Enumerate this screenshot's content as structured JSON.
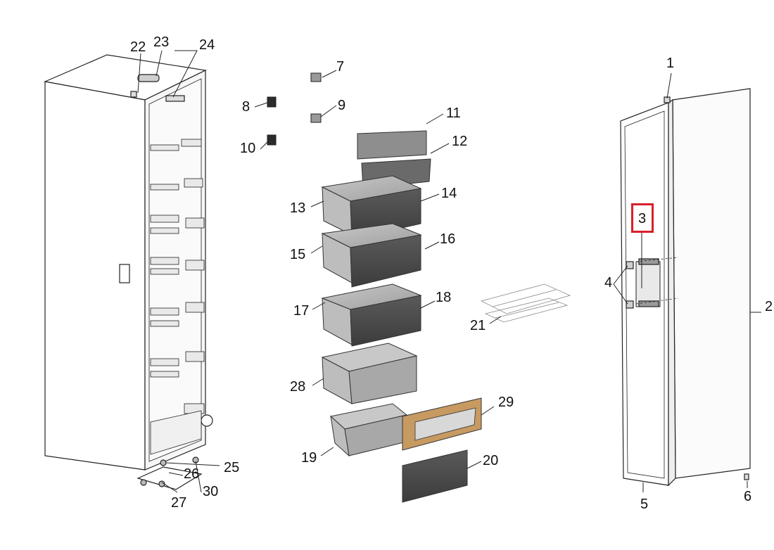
{
  "diagram": {
    "callouts": {
      "c1": "1",
      "c2": "2",
      "c3": "3",
      "c4": "4",
      "c5": "5",
      "c6": "6",
      "c7": "7",
      "c8": "8",
      "c9": "9",
      "c10": "10",
      "c11": "11",
      "c12": "12",
      "c13": "13",
      "c14": "14",
      "c15": "15",
      "c16": "16",
      "c17": "17",
      "c18": "18",
      "c19": "19",
      "c20": "20",
      "c21": "21",
      "c22": "22",
      "c23": "23",
      "c24": "24",
      "c25": "25",
      "c26": "26",
      "c27": "27",
      "c28": "28",
      "c29": "29",
      "c30": "30"
    },
    "highlighted_part": "3",
    "colors": {
      "highlight": "#d8202c",
      "drawer_front": "#4a4a4a",
      "drawer_body": "#b4b4b4",
      "filter_panel": "#c79a62",
      "line": "#222222"
    }
  }
}
